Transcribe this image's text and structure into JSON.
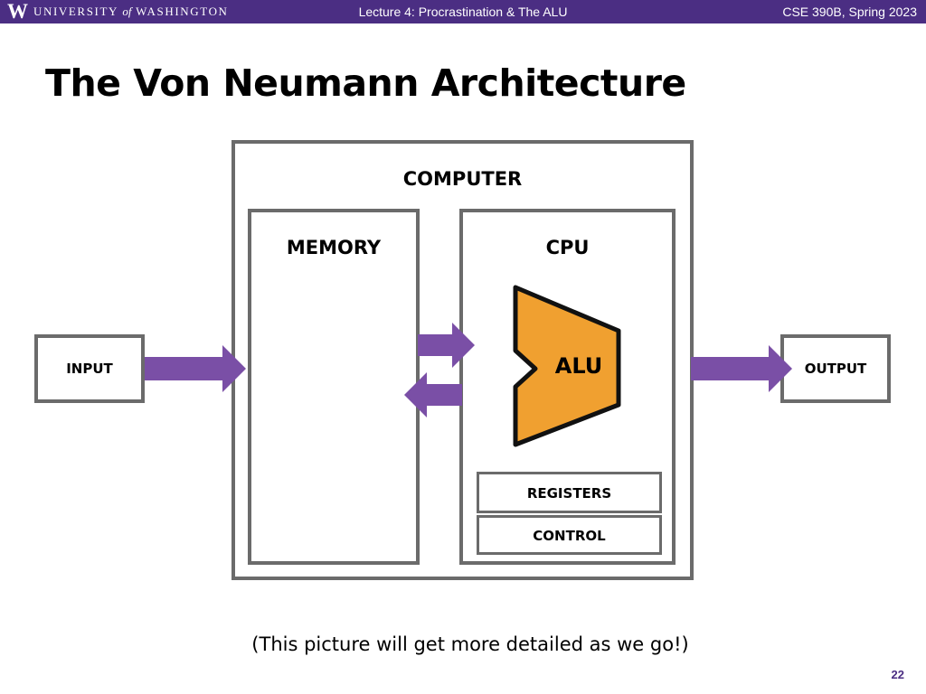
{
  "header": {
    "logo_letter": "W",
    "university_part1": "UNIVERSITY",
    "university_of": "of",
    "university_part2": "WASHINGTON",
    "lecture": "Lecture 4: Procrastination & The ALU",
    "course": "CSE 390B, Spring 2023",
    "bar_color": "#4b2e83"
  },
  "slide": {
    "title": "The Von Neumann Architecture",
    "caption": "(This picture will get more detailed as we go!)",
    "page_number": "22"
  },
  "diagram": {
    "computer_label": "COMPUTER",
    "memory_label": "MEMORY",
    "cpu_label": "CPU",
    "alu_label": "ALU",
    "registers_label": "REGISTERS",
    "control_label": "CONTROL",
    "input_label": "INPUT",
    "output_label": "OUTPUT",
    "arrow_color": "#7a4fa6",
    "alu_color": "#f0a030",
    "box_border_color": "#6b6b6b"
  }
}
